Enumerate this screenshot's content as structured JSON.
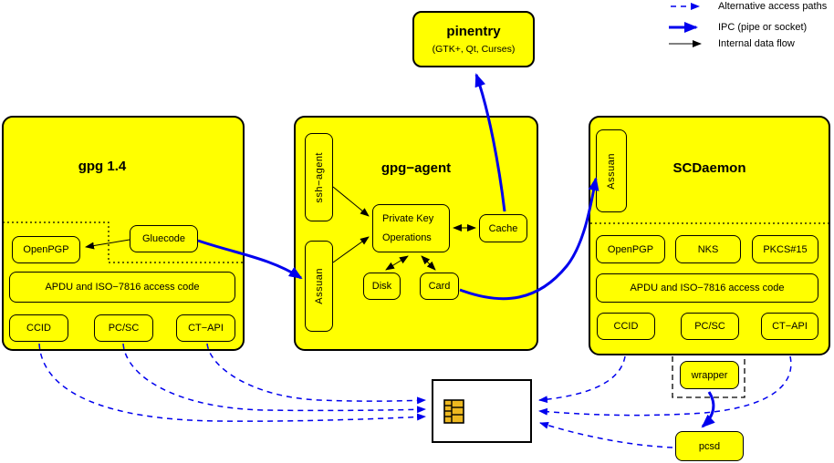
{
  "legend": {
    "items": [
      {
        "label": "Alternative access paths",
        "style": "dashed-blue-arrow"
      },
      {
        "label": "IPC (pipe or socket)",
        "style": "thick-blue-arrow"
      },
      {
        "label": "Internal data flow",
        "style": "thin-black-arrow"
      }
    ]
  },
  "pinentry": {
    "title": "pinentry",
    "subtitle": "(GTK+, Qt, Curses)"
  },
  "gpg14": {
    "title": "gpg 1.4",
    "openpgp": "OpenPGP",
    "gluecode": "Gluecode",
    "apdu": "APDU and ISO−7816 access code",
    "ccid": "CCID",
    "pcsc": "PC/SC",
    "ctapi": "CT−API"
  },
  "gpg_agent": {
    "title": "gpg−agent",
    "ssh_agent": "ssh−agent",
    "assuan": "Assuan",
    "pko_line1": "Private Key",
    "pko_line2": "Operations",
    "cache": "Cache",
    "disk": "Disk",
    "card": "Card"
  },
  "scdaemon": {
    "title": "SCDaemon",
    "assuan": "Assuan",
    "openpgp": "OpenPGP",
    "nks": "NKS",
    "pkcs15": "PKCS#15",
    "apdu": "APDU and ISO−7816 access code",
    "ccid": "CCID",
    "pcsc": "PC/SC",
    "ctapi": "CT−API",
    "wrapper": "wrapper"
  },
  "pcsd": {
    "label": "pcsd"
  },
  "colors": {
    "box_fill": "#ffff00",
    "line_blue": "#0000ee",
    "line_black": "#000000",
    "chip_gold": "#edb820"
  }
}
